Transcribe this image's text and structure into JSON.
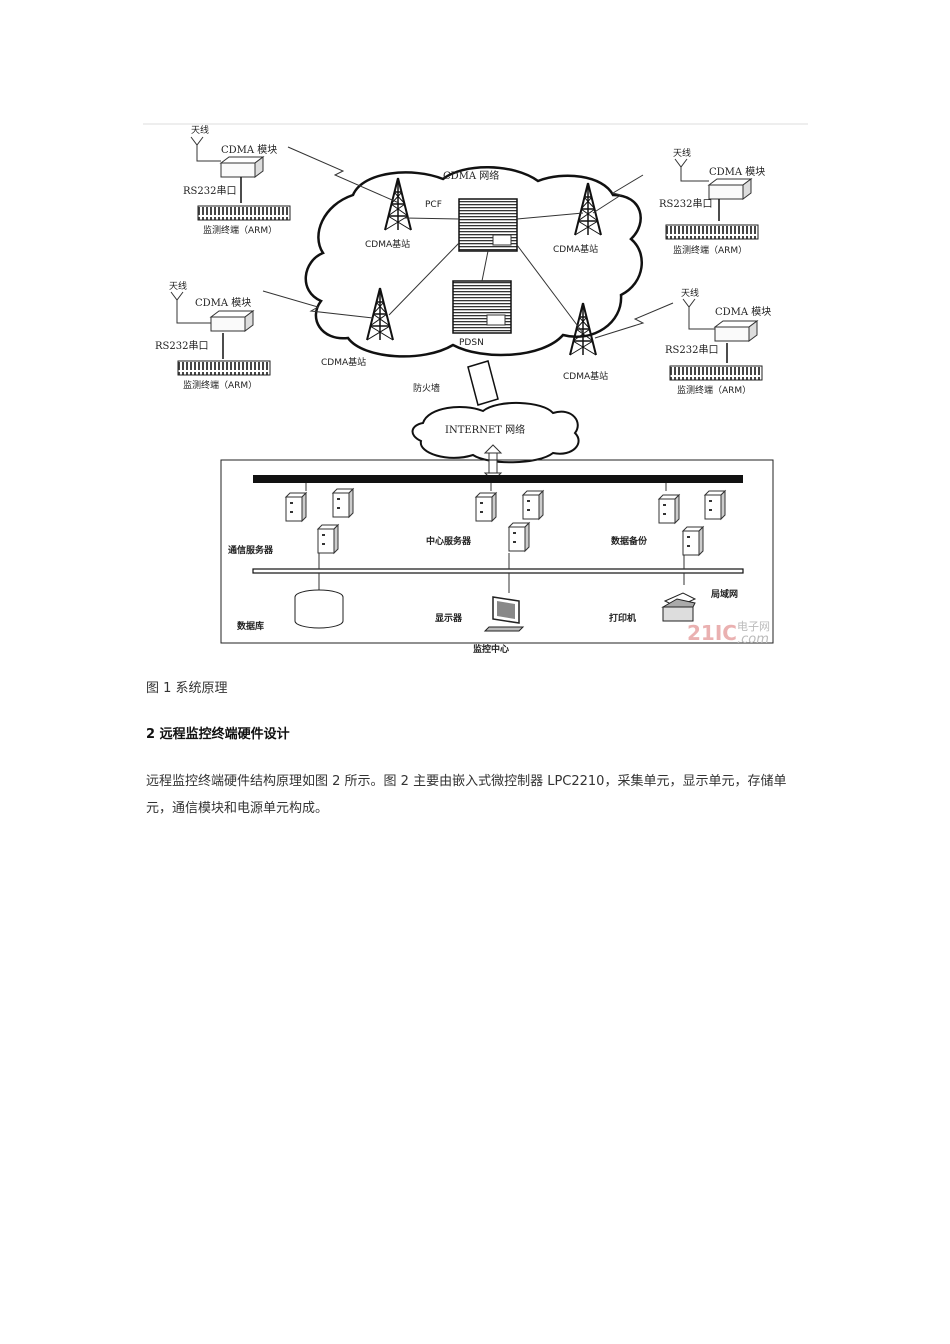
{
  "figure": {
    "cloud_title": "CDMA 网络",
    "pcf_label": "PCF",
    "pdsn_label": "PDSN",
    "base_station_label": "CDMA基站",
    "antenna_label": "天线",
    "cdma_module_label": "CDMA 模块",
    "rs232_label": "RS232串口",
    "terminal_label": "监测终端（ARM）",
    "firewall_label": "防火墙",
    "internet_label": "INTERNET 网络",
    "comm_server_label": "通信服务器",
    "center_server_label": "中心服务器",
    "data_backup_label": "数据备份",
    "lan_label": "局域网",
    "database_label": "数据库",
    "monitor_label": "显示器",
    "printer_label": "打印机",
    "monitor_center_label": "监控中心",
    "watermark_logo": "21IC",
    "watermark_text": "电子网",
    "watermark_domain": ".com"
  },
  "caption": "图 1 系统原理",
  "section_title": "2 远程监控终端硬件设计",
  "paragraph": "远程监控终端硬件结构原理如图 2 所示。图 2 主要由嵌入式微控制器 LPC2210，采集单元，显示单元，存储单元，通信模块和电源单元构成。"
}
